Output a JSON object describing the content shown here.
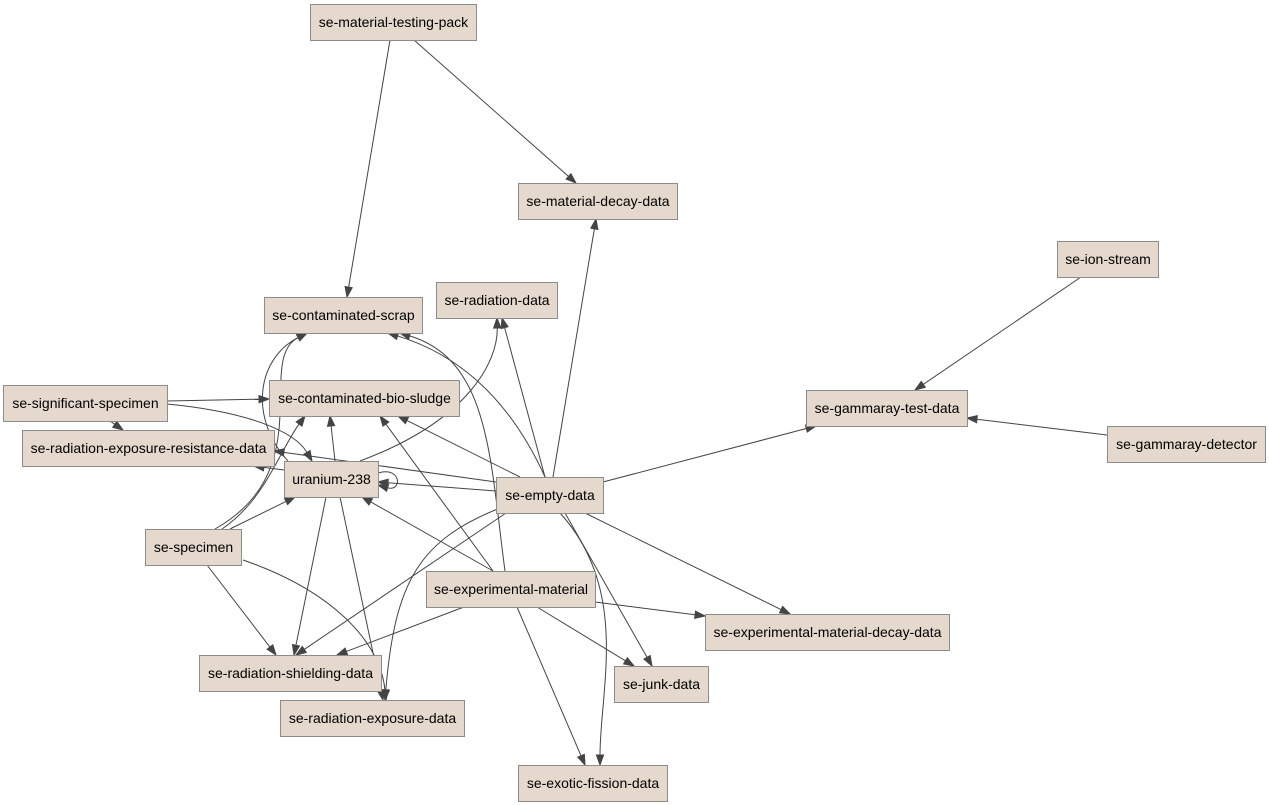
{
  "graph": {
    "nodes": [
      {
        "id": "mat_pack",
        "label": "se-material-testing-pack"
      },
      {
        "id": "mat_decay",
        "label": "se-material-decay-data"
      },
      {
        "id": "ion",
        "label": "se-ion-stream"
      },
      {
        "id": "rad_data",
        "label": "se-radiation-data"
      },
      {
        "id": "cont_scrap",
        "label": "se-contaminated-scrap"
      },
      {
        "id": "sig_spec",
        "label": "se-significant-specimen"
      },
      {
        "id": "bio_sludge",
        "label": "se-contaminated-bio-sludge"
      },
      {
        "id": "gamma_test",
        "label": "se-gammaray-test-data"
      },
      {
        "id": "gamma_det",
        "label": "se-gammaray-detector"
      },
      {
        "id": "rad_res",
        "label": "se-radiation-exposure-resistance-data"
      },
      {
        "id": "u238",
        "label": "uranium-238"
      },
      {
        "id": "empty",
        "label": "se-empty-data"
      },
      {
        "id": "specimen",
        "label": "se-specimen"
      },
      {
        "id": "exp_mat",
        "label": "se-experimental-material"
      },
      {
        "id": "exp_decay",
        "label": "se-experimental-material-decay-data"
      },
      {
        "id": "shield",
        "label": "se-radiation-shielding-data"
      },
      {
        "id": "junk",
        "label": "se-junk-data"
      },
      {
        "id": "rad_exp",
        "label": "se-radiation-exposure-data"
      },
      {
        "id": "fission",
        "label": "se-exotic-fission-data"
      }
    ],
    "edges": [
      {
        "from": "mat_pack",
        "to": "mat_decay"
      },
      {
        "from": "mat_pack",
        "to": "cont_scrap"
      },
      {
        "from": "ion",
        "to": "gamma_test"
      },
      {
        "from": "gamma_det",
        "to": "gamma_test"
      },
      {
        "from": "sig_spec",
        "to": "bio_sludge"
      },
      {
        "from": "sig_spec",
        "to": "rad_res"
      },
      {
        "from": "sig_spec",
        "to": "u238"
      },
      {
        "from": "u238",
        "to": "u238"
      },
      {
        "from": "u238",
        "to": "cont_scrap"
      },
      {
        "from": "u238",
        "to": "bio_sludge"
      },
      {
        "from": "u238",
        "to": "rad_res"
      },
      {
        "from": "u238",
        "to": "rad_data"
      },
      {
        "from": "u238",
        "to": "shield"
      },
      {
        "from": "u238",
        "to": "rad_exp"
      },
      {
        "from": "empty",
        "to": "u238"
      },
      {
        "from": "empty",
        "to": "cont_scrap"
      },
      {
        "from": "empty",
        "to": "rad_data"
      },
      {
        "from": "empty",
        "to": "mat_decay"
      },
      {
        "from": "empty",
        "to": "bio_sludge"
      },
      {
        "from": "empty",
        "to": "rad_res"
      },
      {
        "from": "empty",
        "to": "gamma_test"
      },
      {
        "from": "empty",
        "to": "exp_decay"
      },
      {
        "from": "empty",
        "to": "junk"
      },
      {
        "from": "empty",
        "to": "fission"
      },
      {
        "from": "empty",
        "to": "shield"
      },
      {
        "from": "empty",
        "to": "rad_exp"
      },
      {
        "from": "specimen",
        "to": "u238"
      },
      {
        "from": "specimen",
        "to": "cont_scrap"
      },
      {
        "from": "specimen",
        "to": "bio_sludge"
      },
      {
        "from": "specimen",
        "to": "shield"
      },
      {
        "from": "specimen",
        "to": "rad_exp"
      },
      {
        "from": "exp_mat",
        "to": "u238"
      },
      {
        "from": "exp_mat",
        "to": "bio_sludge"
      },
      {
        "from": "exp_mat",
        "to": "cont_scrap"
      },
      {
        "from": "exp_mat",
        "to": "exp_decay"
      },
      {
        "from": "exp_mat",
        "to": "junk"
      },
      {
        "from": "exp_mat",
        "to": "fission"
      },
      {
        "from": "exp_mat",
        "to": "shield"
      }
    ],
    "colors": {
      "node_fill": "#e4d9cc",
      "node_border": "#8c8c8c",
      "edge": "#444444",
      "text": "#000000",
      "background": "#ffffff"
    }
  }
}
